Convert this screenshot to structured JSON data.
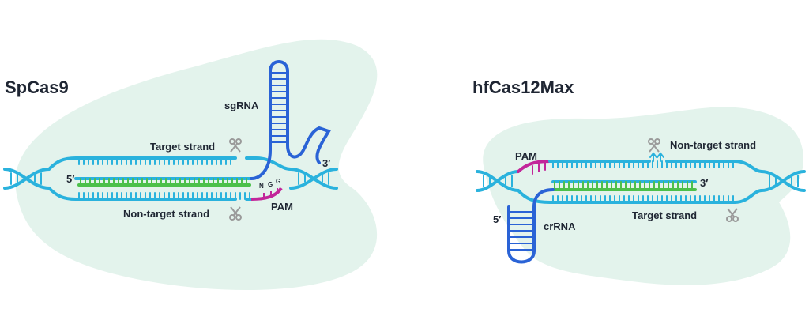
{
  "colors": {
    "blob": "#e3f3ec",
    "dna": "#2ab2dd",
    "rna": "#2a63d6",
    "guide_pair": "#4cc04a",
    "pam": "#c2269a",
    "scissors": "#9a9a9a",
    "text": "#1f2633"
  },
  "icons": {
    "scissors": "scissors-icon"
  },
  "spcas9": {
    "title": "SpCas9",
    "sgrna": "sgRNA",
    "target_strand": "Target strand",
    "non_target_strand": "Non-target strand",
    "pam": "PAM",
    "five_prime": "5′",
    "three_prime": "3′",
    "pam_bases": [
      "N",
      "G",
      "G"
    ]
  },
  "hfcas12max": {
    "title": "hfCas12Max",
    "pam": "PAM",
    "non_target_strand": "Non-target strand",
    "target_strand": "Target strand",
    "crrna": "crRNA",
    "five_prime": "5′",
    "three_prime": "3′"
  }
}
